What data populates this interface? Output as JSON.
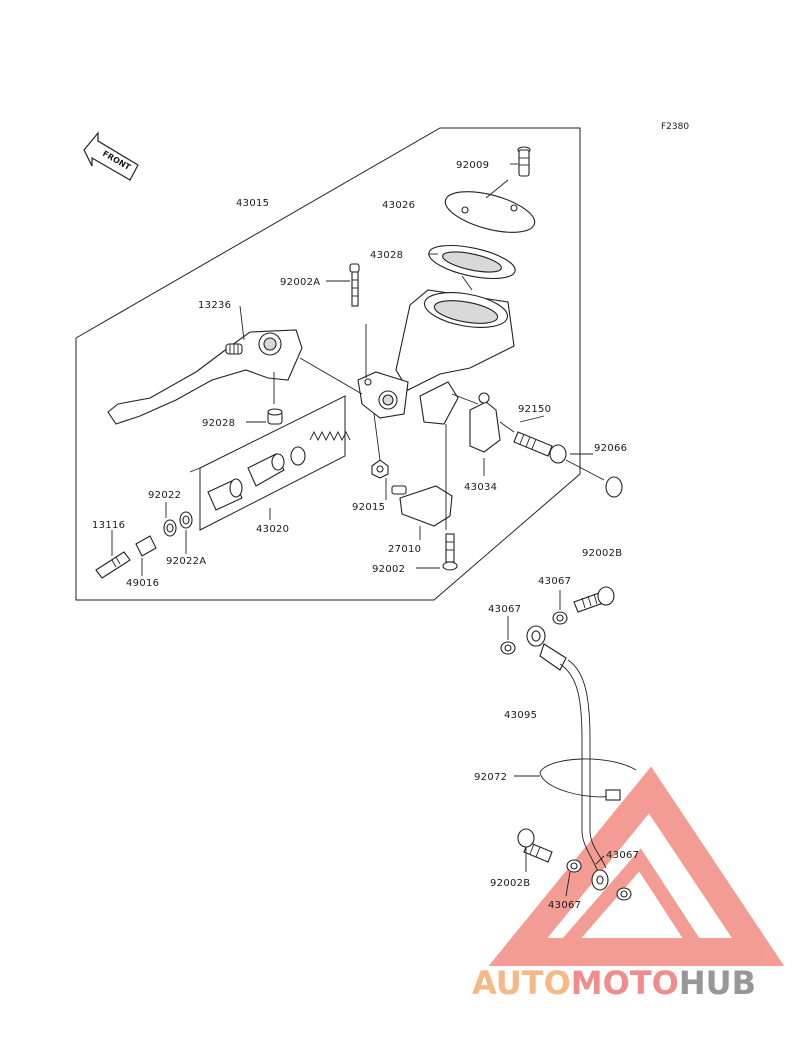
{
  "figure_code": "F2380",
  "front_arrow_label": "FRONT",
  "labels": {
    "l43015": "43015",
    "l92009": "92009",
    "l43026": "43026",
    "l43028": "43028",
    "l92002A": "92002A",
    "l13236": "13236",
    "l92028": "92028",
    "l92150": "92150",
    "l92066": "92066",
    "l43034": "43034",
    "l92015": "92015",
    "l92022": "92022",
    "l13116": "13116",
    "l92022A": "92022A",
    "l43020": "43020",
    "l49016": "49016",
    "l27010": "27010",
    "l92002": "92002",
    "l92002B_top": "92002B",
    "l43067_a": "43067",
    "l43067_b": "43067",
    "l43095": "43095",
    "l92072": "92072",
    "l92002B_bottom": "92002B",
    "l43067_c": "43067",
    "l43067_d": "43067"
  },
  "watermark": {
    "part1": "AUTO",
    "part2": "MOTO",
    "part3": "HUB",
    "color1": "#f5b27a",
    "color2": "#f08080",
    "color3": "#8c8c8c",
    "triangle_color": "#f28b82"
  }
}
